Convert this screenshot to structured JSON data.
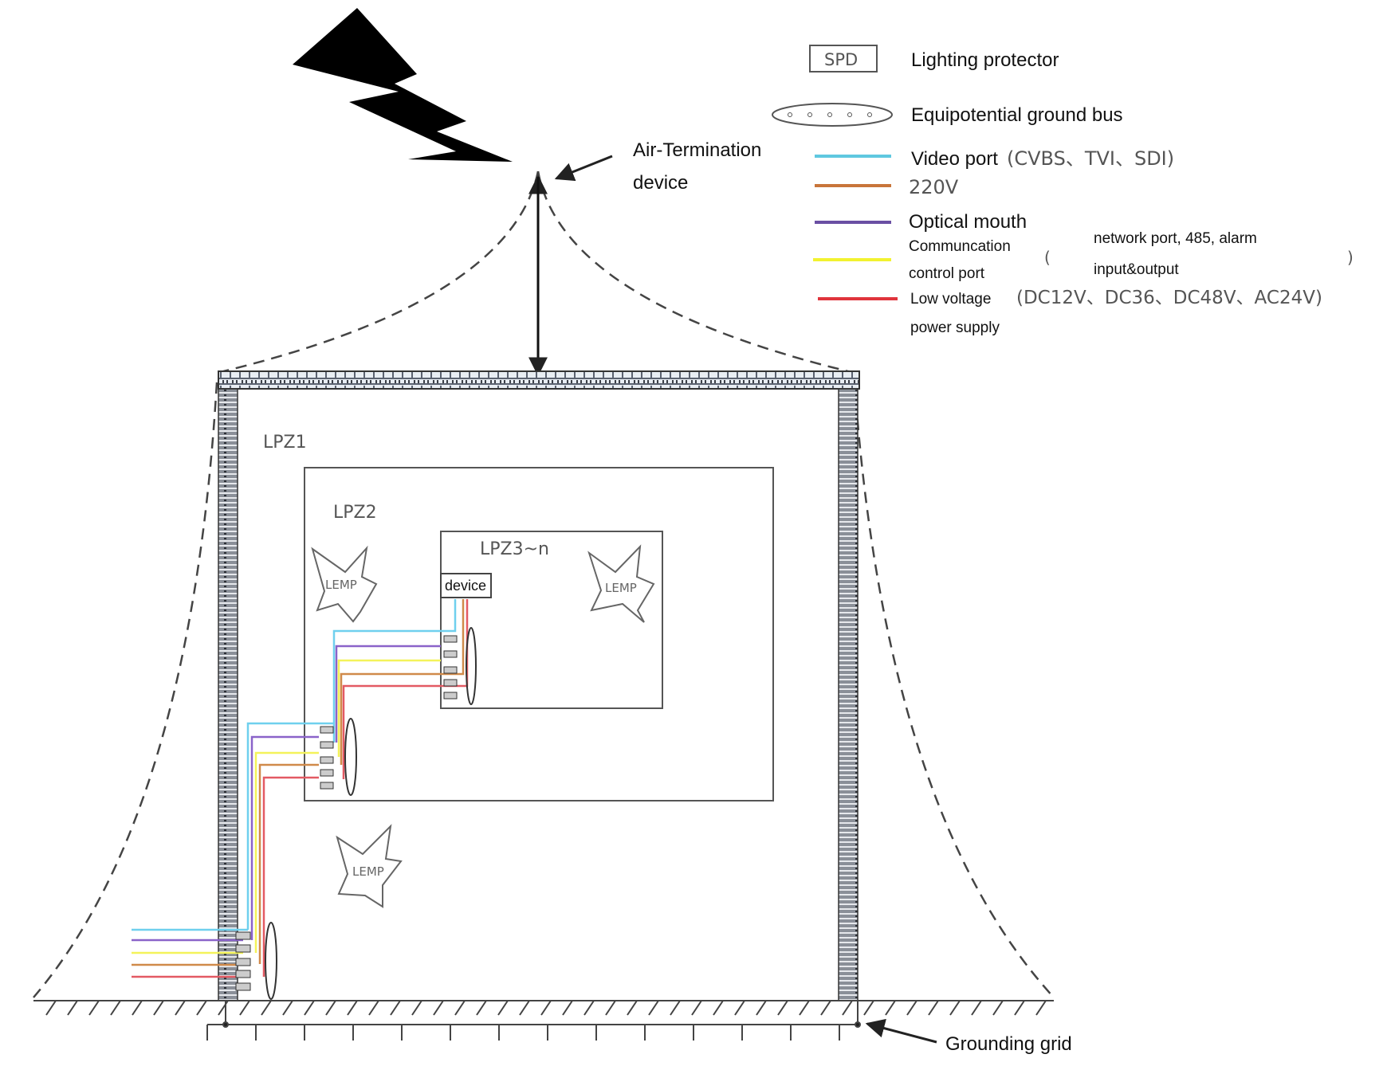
{
  "annotations": {
    "air_termination_line1": "Air-Termination",
    "air_termination_line2": "device",
    "grounding_grid": "Grounding grid"
  },
  "legend": {
    "spd_symbol": "SPD",
    "spd_label": "Lighting protector",
    "bus_label": "Equipotential ground bus",
    "video": {
      "label": "Video port",
      "detail": "(CVBS、TVI、SDI)",
      "color": "#5fc8e0"
    },
    "power220": {
      "label": "220V",
      "color": "#c8753a"
    },
    "optical": {
      "label": "Optical mouth",
      "color": "#6a4fa3"
    },
    "comm": {
      "label_line1": "Communcation",
      "label_line2": "control port",
      "paren_open": "(",
      "detail_line1": "network port, 485, alarm",
      "detail_line2": "input&output",
      "paren_close": ")",
      "color": "#f2f230"
    },
    "lowvolt": {
      "label_line1": "Low voltage",
      "label_line2": "power supply",
      "detail": "(DC12V、DC36、DC48V、AC24V)",
      "color": "#e0343c"
    }
  },
  "zones": {
    "lpz1": "LPZ1",
    "lpz2": "LPZ2",
    "lpz3": "LPZ3~n"
  },
  "lemp_label": "LEMP",
  "device_label": "device",
  "wire_colors": [
    "#6fd0ee",
    "#8a63c9",
    "#f4f35a",
    "#d08a4a",
    "#e35a63"
  ]
}
